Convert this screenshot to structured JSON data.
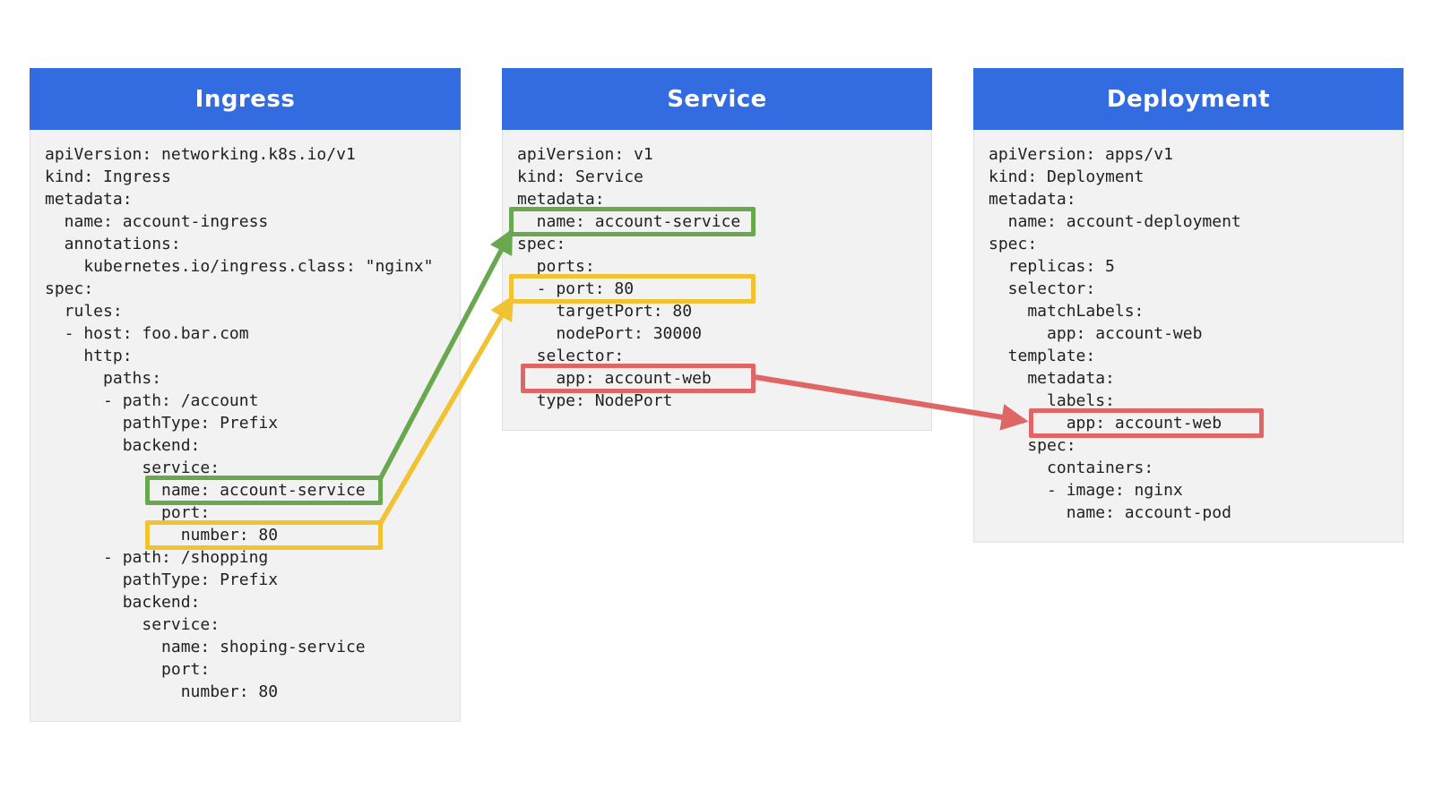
{
  "colors": {
    "header_blue": "#336be1",
    "panel_bg": "#f2f2f2",
    "code_text": "#212121",
    "green": "#6aa84f",
    "yellow": "#f1c232",
    "red": "#e06666"
  },
  "diagram": {
    "panels": [
      {
        "id": "ingress",
        "title": "Ingress",
        "lines": [
          "apiVersion: networking.k8s.io/v1",
          "kind: Ingress",
          "metadata:",
          "  name: account-ingress",
          "  annotations:",
          "    kubernetes.io/ingress.class: \"nginx\"",
          "spec:",
          "  rules:",
          "  - host: foo.bar.com",
          "    http:",
          "      paths:",
          "      - path: /account",
          "        pathType: Prefix",
          "        backend:",
          "          service:",
          "            name: account-service",
          "            port:",
          "              number: 80",
          "      - path: /shopping",
          "        pathType: Prefix",
          "        backend:",
          "          service:",
          "            name: shoping-service",
          "            port:",
          "              number: 80"
        ]
      },
      {
        "id": "service",
        "title": "Service",
        "lines": [
          "apiVersion: v1",
          "kind: Service",
          "metadata:",
          "  name: account-service",
          "spec:",
          "  ports:",
          "  - port: 80",
          "    targetPort: 80",
          "    nodePort: 30000",
          "  selector:",
          "    app: account-web",
          "  type: NodePort"
        ]
      },
      {
        "id": "deployment",
        "title": "Deployment",
        "lines": [
          "apiVersion: apps/v1",
          "kind: Deployment",
          "metadata:",
          "  name: account-deployment",
          "spec:",
          "  replicas: 5",
          "  selector:",
          "    matchLabels:",
          "      app: account-web",
          "  template:",
          "    metadata:",
          "      labels:",
          "        app: account-web",
          "    spec:",
          "      containers:",
          "      - image: nginx",
          "        name: account-pod"
        ]
      }
    ],
    "highlights": [
      {
        "panel": "Ingress",
        "text": "name: account-service",
        "color": "green"
      },
      {
        "panel": "Ingress",
        "text": "number: 80",
        "color": "yellow"
      },
      {
        "panel": "Service",
        "text": "name: account-service",
        "color": "green"
      },
      {
        "panel": "Service",
        "text": "- port: 80",
        "color": "yellow"
      },
      {
        "panel": "Service",
        "text": "app: account-web",
        "color": "red"
      },
      {
        "panel": "Deployment",
        "text": "app: account-web",
        "color": "red"
      }
    ],
    "connections": [
      {
        "color": "green",
        "from": "Ingress: name: account-service",
        "to": "Service: name: account-service"
      },
      {
        "color": "yellow",
        "from": "Ingress: number: 80",
        "to": "Service: - port: 80"
      },
      {
        "color": "red",
        "from": "Service: app: account-web",
        "to": "Deployment: app: account-web"
      }
    ]
  }
}
